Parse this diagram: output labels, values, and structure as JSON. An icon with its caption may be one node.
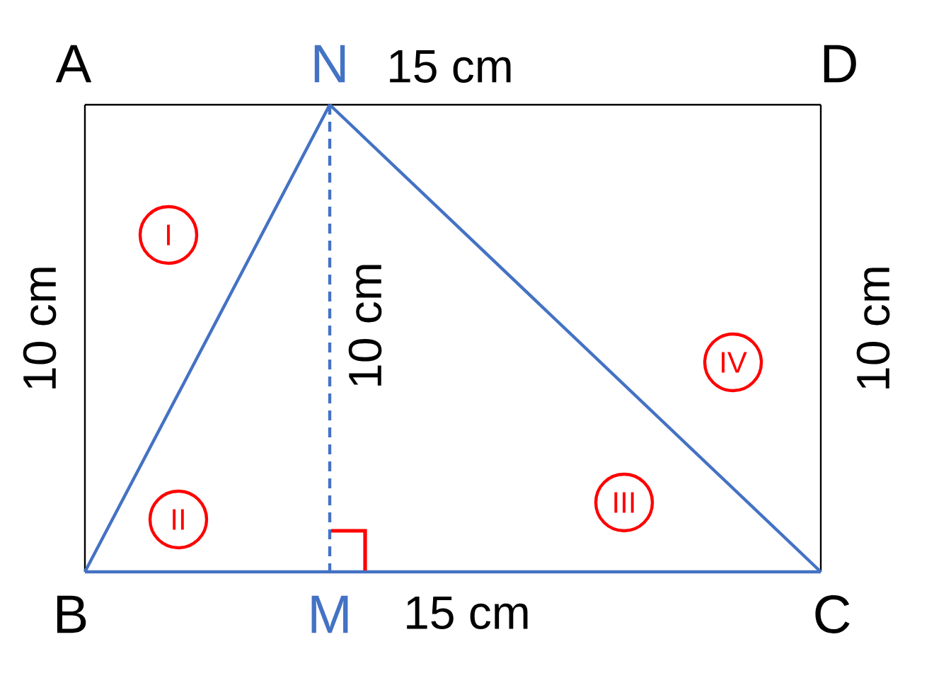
{
  "diagram": {
    "nodes": [
      {
        "text": [
          "A"
        ]
      },
      {
        "text": [
          "N"
        ]
      },
      {
        "text": [
          "D"
        ]
      },
      {
        "text": [
          "B"
        ]
      },
      {
        "text": [
          "M"
        ]
      },
      {
        "text": [
          "C"
        ]
      },
      {
        "text": [
          "I"
        ]
      },
      {
        "text": [
          "II"
        ]
      },
      {
        "text": [
          "III"
        ]
      },
      {
        "text": [
          "IV"
        ]
      }
    ],
    "edges": [
      {
        "from": 0,
        "to": 1,
        "arrow": "none",
        "color": "#000000"
      },
      {
        "from": 1,
        "to": 2,
        "arrow": "none",
        "color": "#000000"
      },
      {
        "from": 0,
        "to": 3,
        "arrow": "none",
        "color": "#000000"
      },
      {
        "from": 2,
        "to": 5,
        "arrow": "none",
        "color": "#000000"
      },
      {
        "from": 3,
        "to": 4,
        "arrow": "none"
      },
      {
        "from": 4,
        "to": 5,
        "arrow": "none"
      },
      {
        "from": 3,
        "to": 1,
        "arrow": "none"
      },
      {
        "from": 1,
        "to": 5,
        "arrow": "none"
      },
      {
        "from": 1,
        "to": 4,
        "arrow": "none",
        "style": "dashed"
      }
    ],
    "labels": [
      "15 cm",
      "10 cm",
      "10 cm",
      "10 cm",
      "15 cm"
    ]
  }
}
